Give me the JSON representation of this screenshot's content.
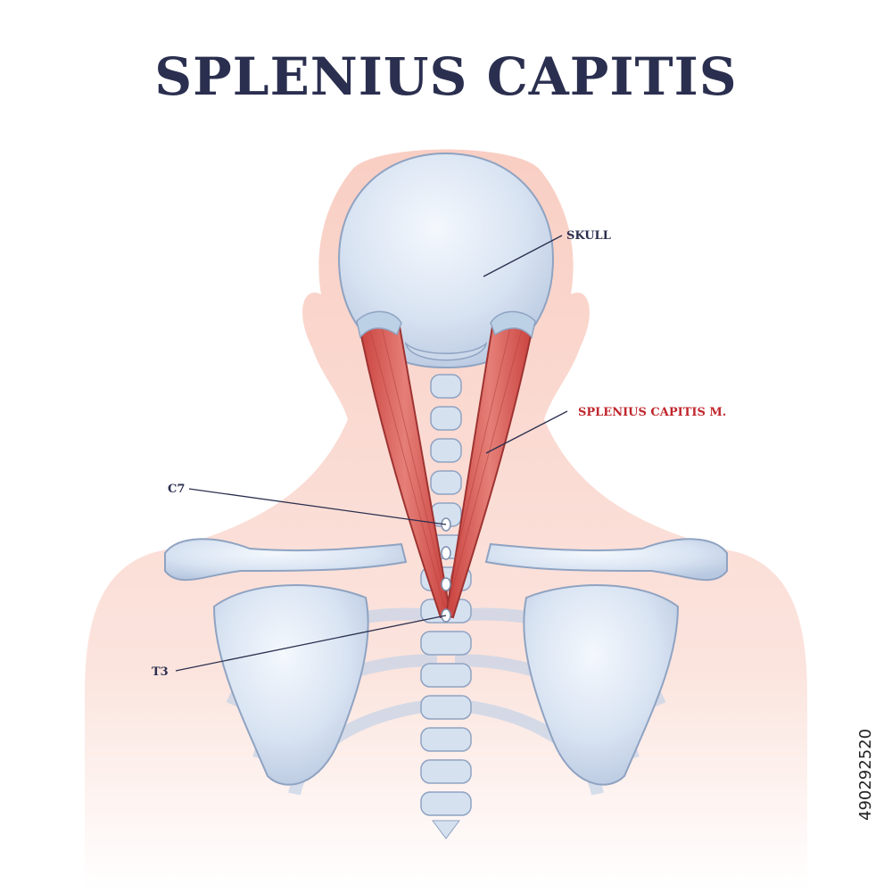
{
  "title": "Splenius capitis",
  "labels": {
    "skull": "SKULL",
    "muscle": "SPLENIUS CAPITIS M.",
    "c7": "C7",
    "t3": "T3"
  },
  "stock_id": "490292520",
  "colors": {
    "title": "#2b2f4f",
    "muscle_label": "#c0272d",
    "label": "#2b2f4f",
    "bone": "#d9e4f3",
    "bone_outline": "#8fa3c2",
    "muscle": "#d9534f",
    "body": "#f7d3c8"
  }
}
